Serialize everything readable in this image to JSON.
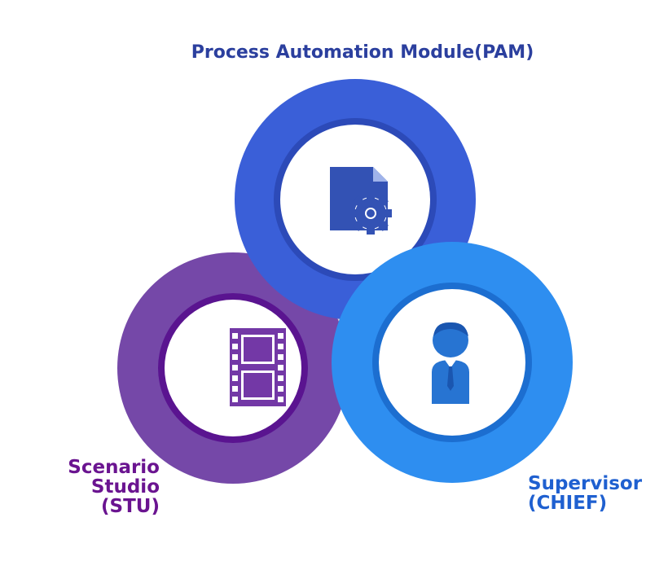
{
  "labels": {
    "pam": "Process Automation Module(PAM)",
    "stu_line1": "Scenario",
    "stu_line2": "Studio",
    "stu_line3": "(STU)",
    "chief_line1": "Supervisor",
    "chief_line2": "(CHIEF)"
  },
  "icons": {
    "pam": "document-gear-icon",
    "stu": "film-strip-icon",
    "chief": "person-tie-icon"
  },
  "colors": {
    "pam_ring": "#3a5fd8",
    "pam_ring_inner": "#2c4ab8",
    "pam_icon": "#3352b4",
    "stu_ring": "#7548a8",
    "stu_ring_inner": "#5a1490",
    "stu_icon": "#7338a6",
    "chief_ring": "#2e8ef0",
    "chief_ring_inner": "#1c6ed0",
    "chief_icon": "#2774d2",
    "center": "#dcdcdc",
    "pam_text": "#2b3f9e",
    "stu_text": "#6a1490",
    "chief_text": "#1f60d0"
  }
}
